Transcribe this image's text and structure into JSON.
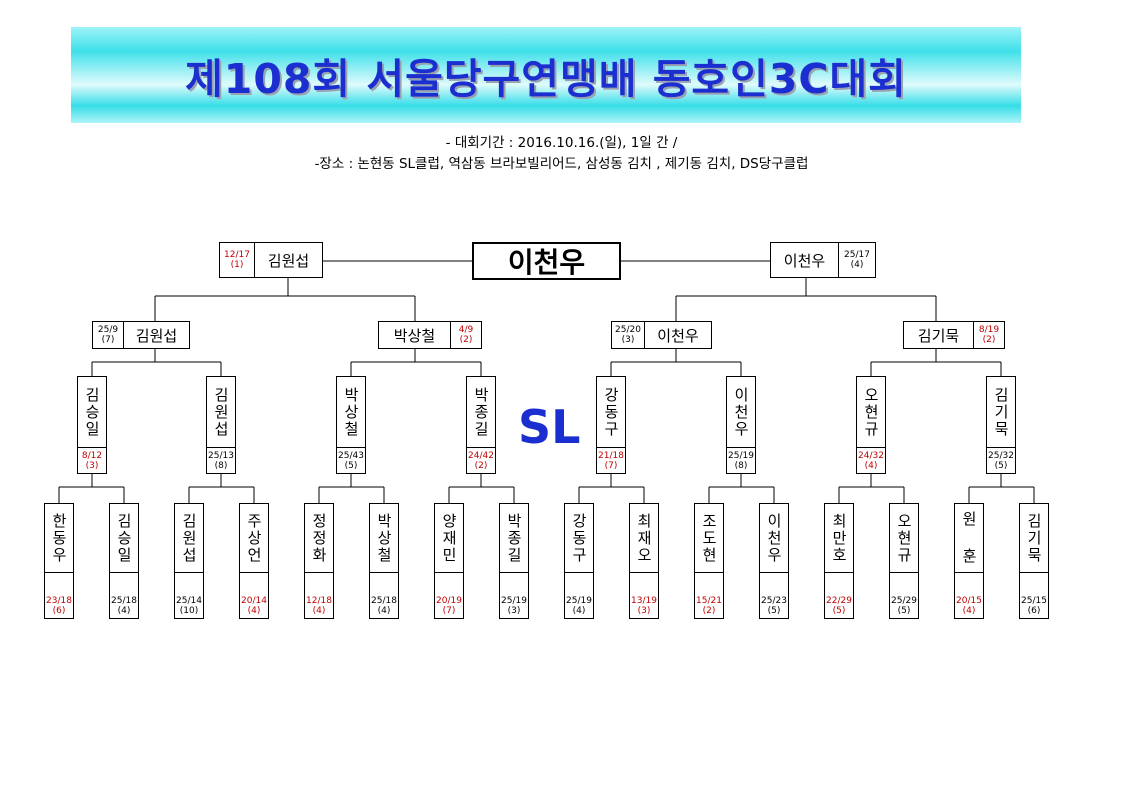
{
  "header": {
    "title": "제108회  서울당구연맹배  동호인3C대회",
    "period": "- 대회기간 : 2016.10.16.(일), 1일 간 /",
    "venue": "-장소 : 논현동 SL클럽, 역삼동 브라보빌리어드, 삼성동 김치 , 제기동 김치, DS당구클럽"
  },
  "venue_code": "SL",
  "champion": "이천우",
  "colors": {
    "title": "#1b2ed0",
    "banner": "#3fe0ea",
    "loss_score": "#c00000"
  },
  "final": {
    "left": {
      "name": "김원섭",
      "score": "12/17",
      "inning": "(1)",
      "red": true
    },
    "right": {
      "name": "이천우",
      "score": "25/17",
      "inning": "(4)",
      "red": false
    }
  },
  "semis": [
    {
      "name": "김원섭",
      "score": "25/9",
      "inning": "(7)",
      "red": false
    },
    {
      "name": "박상철",
      "score": "4/9",
      "inning": "(2)",
      "red": true
    },
    {
      "name": "이천우",
      "score": "25/20",
      "inning": "(3)",
      "red": false
    },
    {
      "name": "김기묵",
      "score": "8/19",
      "inning": "(2)",
      "red": true
    }
  ],
  "quarters": [
    {
      "name": "김승일",
      "score": "8/12",
      "inning": "(3)",
      "red": true
    },
    {
      "name": "김원섭",
      "score": "25/13",
      "inning": "(8)",
      "red": false
    },
    {
      "name": "박상철",
      "score": "25/43",
      "inning": "(5)",
      "red": false
    },
    {
      "name": "박종길",
      "score": "24/42",
      "inning": "(2)",
      "red": true
    },
    {
      "name": "강동구",
      "score": "21/18",
      "inning": "(7)",
      "red": true
    },
    {
      "name": "이천우",
      "score": "25/19",
      "inning": "(8)",
      "red": false
    },
    {
      "name": "오현규",
      "score": "24/32",
      "inning": "(4)",
      "red": true
    },
    {
      "name": "김기묵",
      "score": "25/32",
      "inning": "(5)",
      "red": false
    }
  ],
  "round16": [
    {
      "name": "한동우",
      "score": "23/18",
      "inning": "(6)",
      "red": true
    },
    {
      "name": "김승일",
      "score": "25/18",
      "inning": "(4)",
      "red": false
    },
    {
      "name": "김원섭",
      "score": "25/14",
      "inning": "(10)",
      "red": false
    },
    {
      "name": "주상언",
      "score": "20/14",
      "inning": "(4)",
      "red": true
    },
    {
      "name": "정정화",
      "score": "12/18",
      "inning": "(4)",
      "red": true
    },
    {
      "name": "박상철",
      "score": "25/18",
      "inning": "(4)",
      "red": false
    },
    {
      "name": "양재민",
      "score": "20/19",
      "inning": "(7)",
      "red": true
    },
    {
      "name": "박종길",
      "score": "25/19",
      "inning": "(3)",
      "red": false
    },
    {
      "name": "강동구",
      "score": "25/19",
      "inning": "(4)",
      "red": false
    },
    {
      "name": "최재오",
      "score": "13/19",
      "inning": "(3)",
      "red": true
    },
    {
      "name": "조도현",
      "score": "15/21",
      "inning": "(2)",
      "red": true
    },
    {
      "name": "이천우",
      "score": "25/23",
      "inning": "(5)",
      "red": false
    },
    {
      "name": "최만호",
      "score": "22/29",
      "inning": "(5)",
      "red": true
    },
    {
      "name": "오현규",
      "score": "25/29",
      "inning": "(5)",
      "red": false
    },
    {
      "name": "원  훈",
      "score": "20/15",
      "inning": "(4)",
      "red": true
    },
    {
      "name": "김기묵",
      "score": "25/15",
      "inning": "(6)",
      "red": false
    }
  ]
}
